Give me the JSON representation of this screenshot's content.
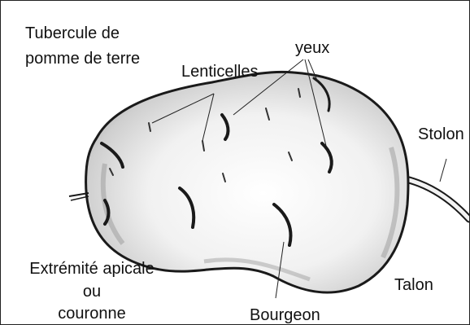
{
  "labels": {
    "title_line1": "Tubercule de",
    "title_line2": "pomme de terre",
    "lenticelles": "Lenticelles",
    "yeux": "yeux",
    "stolon": "Stolon",
    "apex_line1": "Extrémité apicale",
    "apex_line2": "ou",
    "apex_line3": "couronne",
    "talon": "Talon",
    "bourgeon": "Bourgeon"
  },
  "colors": {
    "outline": "#1a1a1a",
    "shade": "#9a9a9a",
    "text": "#111111"
  }
}
